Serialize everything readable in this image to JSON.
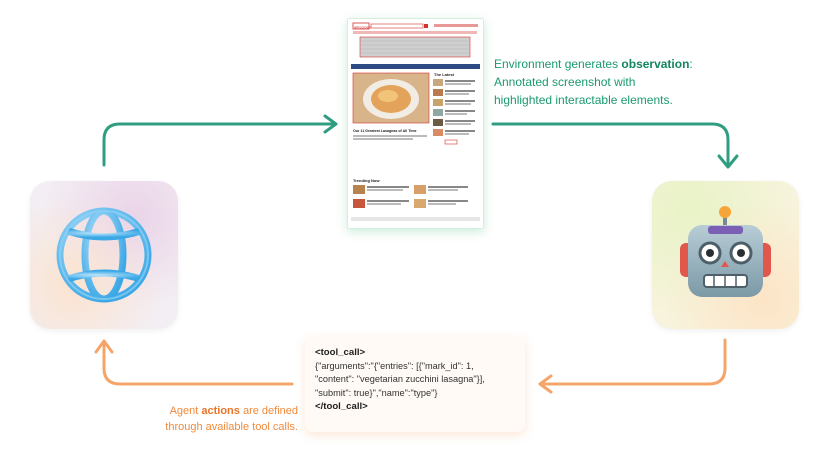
{
  "observation": {
    "line1_prefix": "Environment generates ",
    "line1_bold": "observation",
    "line1_suffix": ":",
    "line2": "Annotated screenshot with",
    "line3": "highlighted interactable elements."
  },
  "action": {
    "line1_prefix": "Agent ",
    "line1_bold": "actions",
    "line1_suffix": " are defined",
    "line2": "through available tool calls."
  },
  "tool_call": {
    "open_tag": "<tool_call>",
    "body": "{\"arguments\":\"{\"entries\": [{\"mark_id\": 1,\n\"content\": \"vegetarian zucchini lasagna\"}],\n\"submit\": true}\",\"name\":\"type\"}",
    "close_tag": "</tool_call>"
  },
  "screenshot": {
    "logo": "allrecipes",
    "latest_heading": "The Latest",
    "headline": "Our 11 Greatest Lasagnas of All Time",
    "trending_heading": "Trending Now"
  },
  "colors": {
    "observation_green": "#1a9a6e",
    "action_orange": "#f08a3c",
    "arrow_green": "#2f9e80",
    "arrow_orange": "#f5a46a"
  },
  "icons": {
    "environment": "globe-icon",
    "agent": "robot-icon"
  }
}
